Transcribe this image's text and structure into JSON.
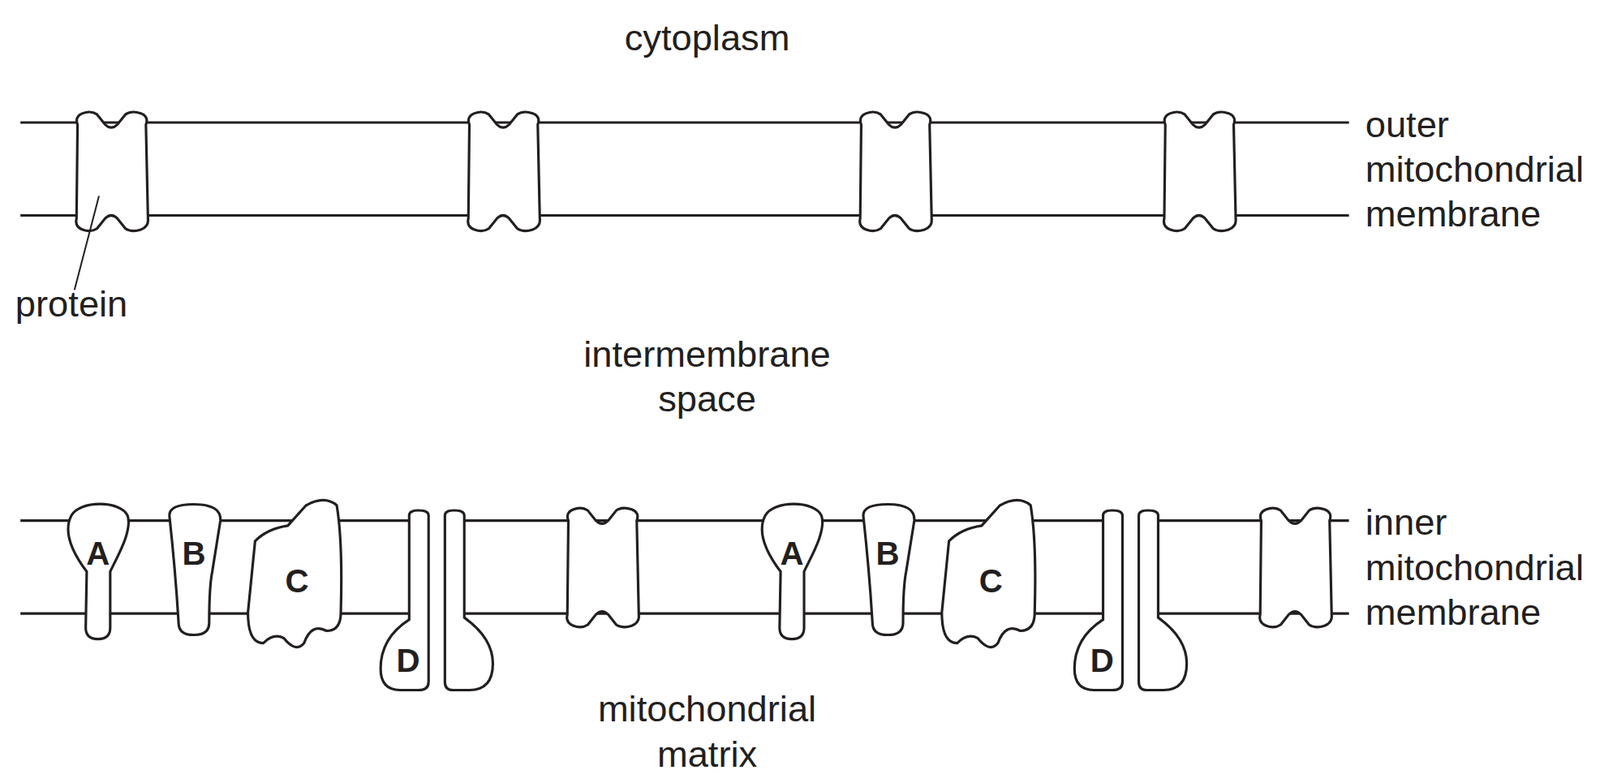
{
  "diagram": {
    "nodes": [
      {
        "text": [
          "A"
        ]
      },
      {
        "text": [
          "B"
        ]
      },
      {
        "text": [
          "C"
        ]
      },
      {
        "text": [
          "D"
        ]
      },
      {
        "text": [
          "A"
        ]
      },
      {
        "text": [
          "B"
        ]
      },
      {
        "text": [
          "C"
        ]
      },
      {
        "text": [
          "D"
        ]
      }
    ],
    "labels": [
      "cytoplasm",
      "outer mitochondrial membrane",
      "protein",
      "intermembrane space",
      "inner mitochondrial membrane",
      "mitochondrial matrix"
    ]
  }
}
